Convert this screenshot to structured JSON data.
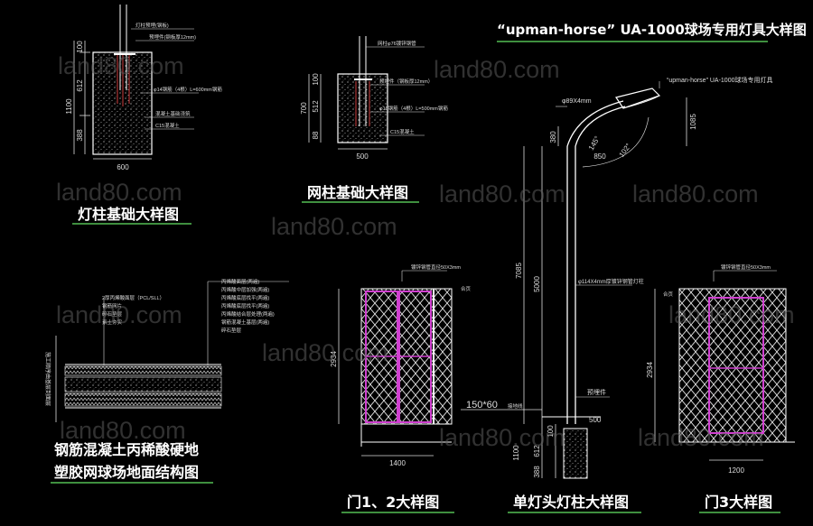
{
  "titles": {
    "lamp_fixture": "“upman-horse” UA-1000球场专用灯具大样图",
    "lamp_foundation": "灯柱基础大样图",
    "net_foundation": "网柱基础大样图",
    "surface_line1": "钢筋混凝土丙稀酸硬地",
    "surface_line2": "塑胶网球场地面结构图",
    "door12": "门1、2大样图",
    "single_pole": "单灯头灯柱大样图",
    "door3": "门3大样图"
  },
  "watermark": "land80.com",
  "dims": {
    "lamp_fnd_total": "1100",
    "lamp_fnd_top": "100",
    "lamp_fnd_mid": "612",
    "lamp_fnd_bottom": "388",
    "lamp_fnd_width": "600",
    "net_fnd_total": "700",
    "net_fnd_top": "100",
    "net_fnd_mid": "512",
    "net_fnd_bottom": "88",
    "net_fnd_width": "500",
    "door12_height": "2934",
    "door12_width": "1400",
    "door3_height": "2934",
    "door3_width": "1200",
    "pole_total": "7085",
    "pole_shaft": "5000",
    "pole_top": "380",
    "pole_arm_rise": "1085",
    "arm_angle1": "145°",
    "arm_reach": "850",
    "arm_angle2": "102°",
    "pole_dia_top": "φ89X4mm",
    "pole_dia_main": "φ114X4mm厚镀锌钢管灯柱",
    "base_plate": "150*60",
    "base_500": "500",
    "pole_fnd_1100": "1100",
    "pole_fnd_612": "612",
    "pole_fnd_100": "100",
    "pole_fnd_388": "388"
  },
  "labels": {
    "lamp_callout": "“upman-horse” UA-1000球场专用灯具",
    "embed_part": "预埋件",
    "door_pipe": "镀锌钢管直径50X3mm",
    "door_pipe3": "镀锌钢管直径50X3mm",
    "gate_note": "合页",
    "gate_note3": "合页",
    "base_note": "接地线",
    "lamp_fnd_notes": [
      "灯柱预埋(钢板)",
      "预埋件(钢板厚12mm)",
      "φ14钢筋（4根）L=600mm钢筋",
      "混凝土基础浇筑",
      "C15混凝土"
    ],
    "net_fnd_notes": [
      "网柱φ76镀锌钢管",
      "预埋件（钢板厚12mm）",
      "φ10钢筋（4根）L=500mm钢筋",
      "C15混凝土"
    ],
    "surface_notes": [
      "丙烯酸面层(两遍)",
      "丙烯酸中层加强(两遍)",
      "丙烯酸底层找平(两遍)",
      "丙烯酸底层找平(两遍)",
      "丙烯酸结合层处理(两遍)",
      "钢筋混凝土基层(两遍)",
      "碎石垫层"
    ],
    "surface_left_notes": [
      "2厚丙烯酸面层（PCL/SLL）",
      "钢筋网片",
      "碎石垫层",
      "素土夯实"
    ],
    "surface_vertical": "施工顺序由基层到面层"
  },
  "colors": {
    "background": "#000000",
    "line": "#ffffff",
    "dim": "#dddddd",
    "door_frame": "#d040d0",
    "accent_green": "#3f8f3f",
    "leader_red": "#d04040",
    "watermark": "#5a5a5a"
  }
}
